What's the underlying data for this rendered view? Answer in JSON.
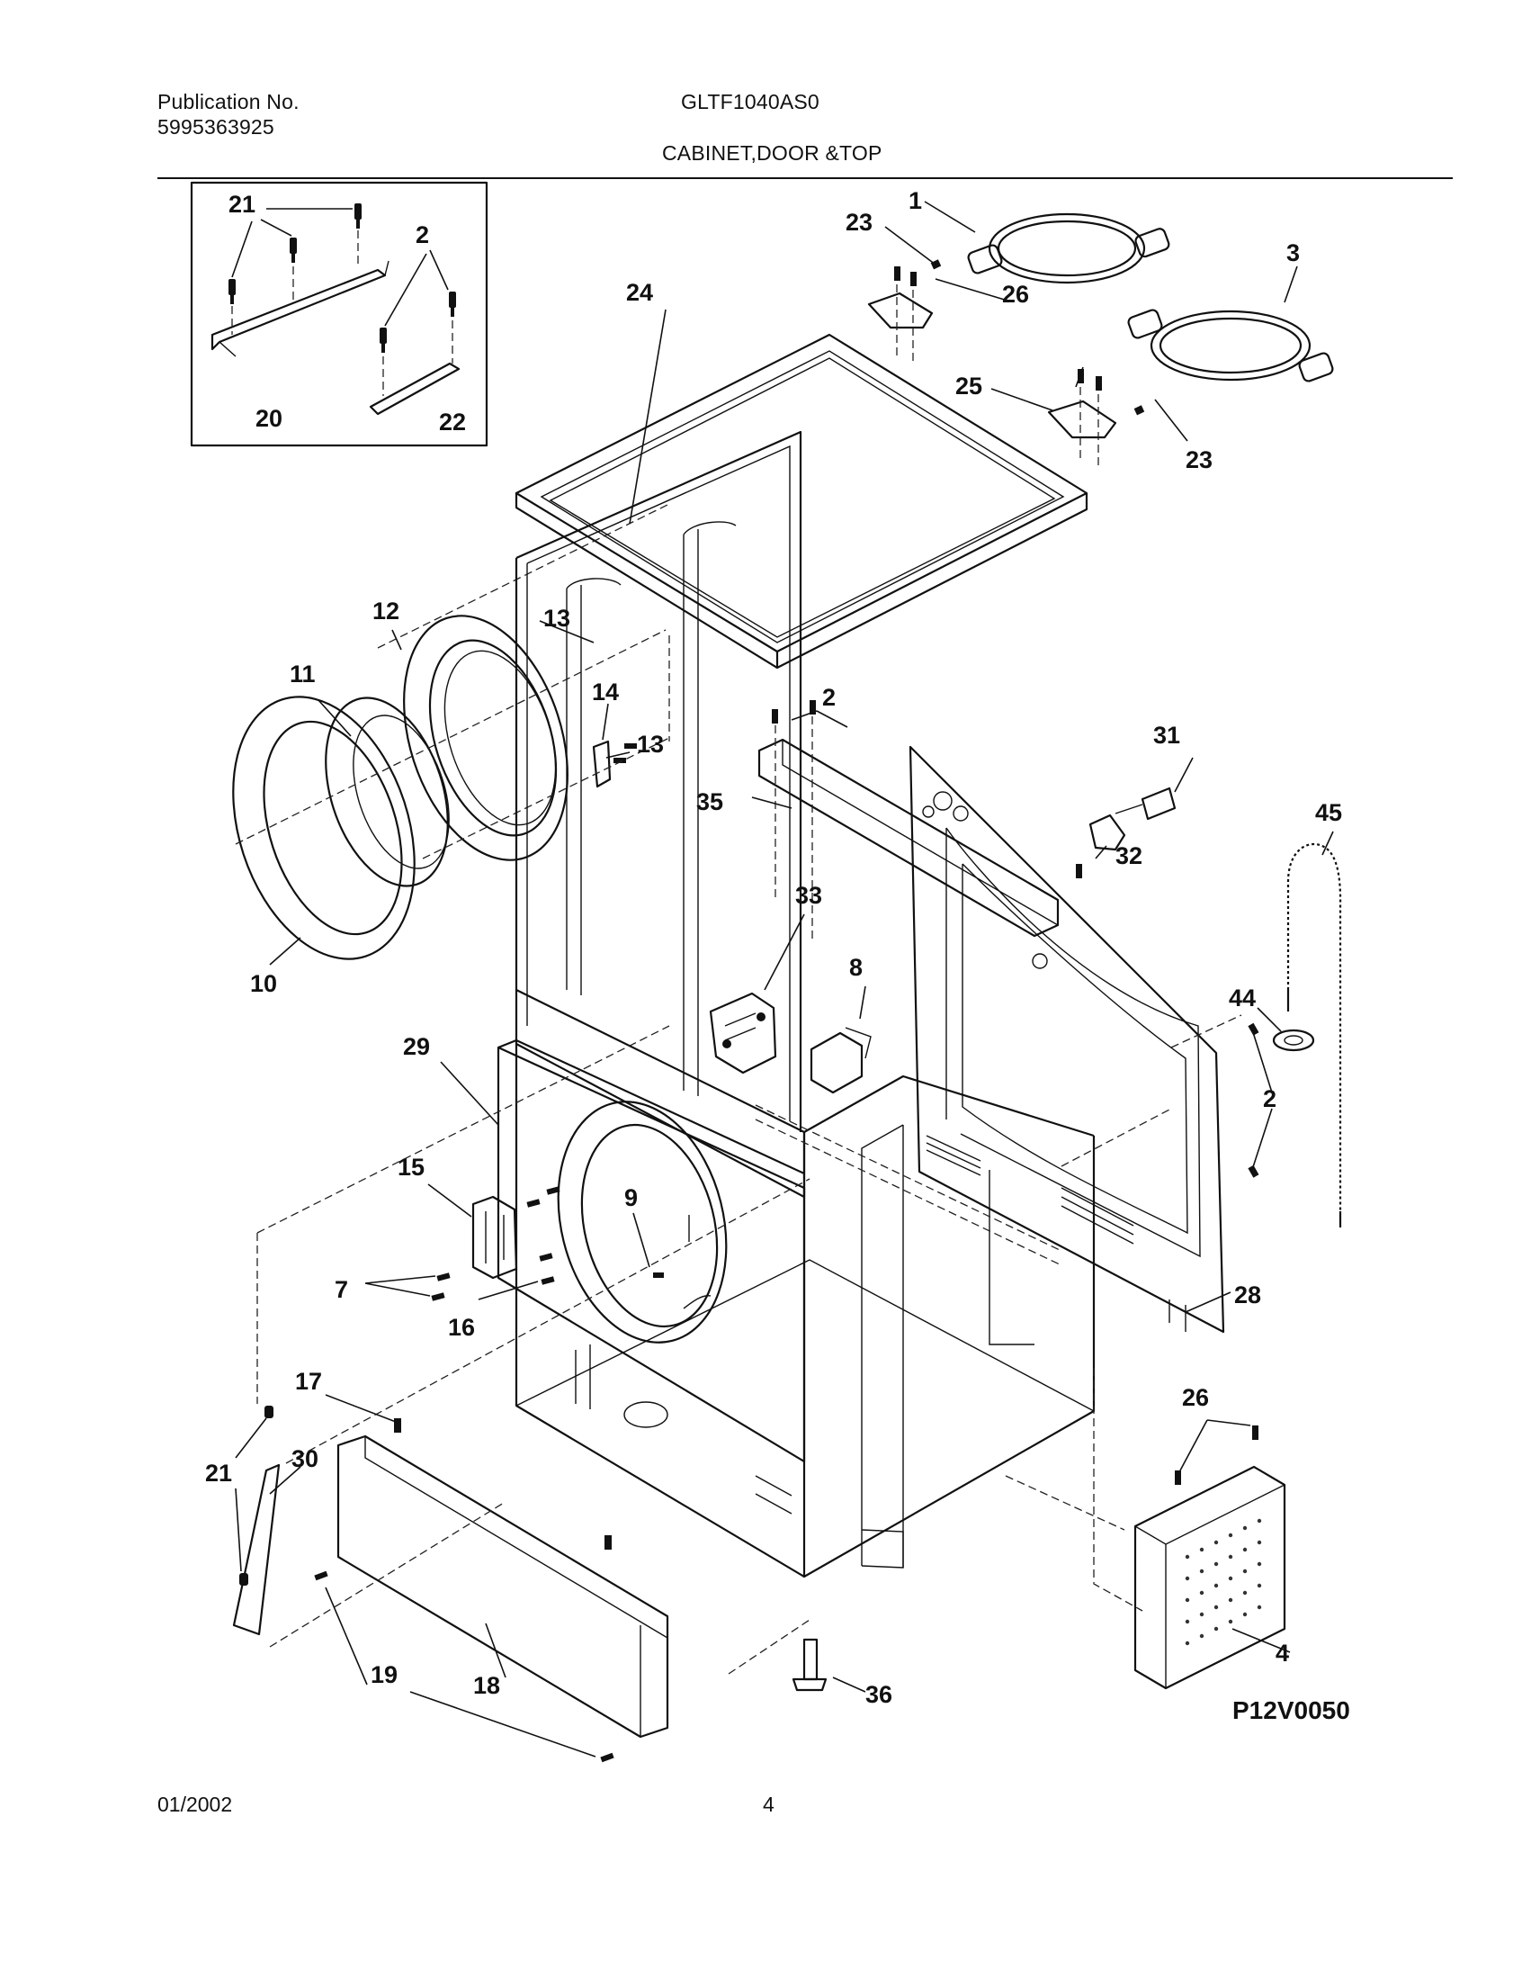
{
  "header": {
    "publication_label": "Publication No.",
    "publication_number": "5995363925",
    "model": "GLTF1040AS0",
    "section_title": "CABINET,DOOR &TOP"
  },
  "footer": {
    "date": "01/2002",
    "page_number": "4",
    "figure_code": "P12V0050"
  },
  "callouts": {
    "c1": "1",
    "c2a": "2",
    "c2b": "2",
    "c2c": "2",
    "c3": "3",
    "c4": "4",
    "c7": "7",
    "c8": "8",
    "c9": "9",
    "c10": "10",
    "c11": "11",
    "c12": "12",
    "c13a": "13",
    "c13b": "13",
    "c14": "14",
    "c15": "15",
    "c16": "16",
    "c17": "17",
    "c18": "18",
    "c19": "19",
    "c20": "20",
    "c21a": "21",
    "c21b": "21",
    "c22": "22",
    "c23a": "23",
    "c23b": "23",
    "c24": "24",
    "c25": "25",
    "c26a": "26",
    "c26b": "26",
    "c28": "28",
    "c29": "29",
    "c30": "30",
    "c31": "31",
    "c32": "32",
    "c33": "33",
    "c35": "35",
    "c36": "36",
    "c44": "44",
    "c45": "45"
  }
}
